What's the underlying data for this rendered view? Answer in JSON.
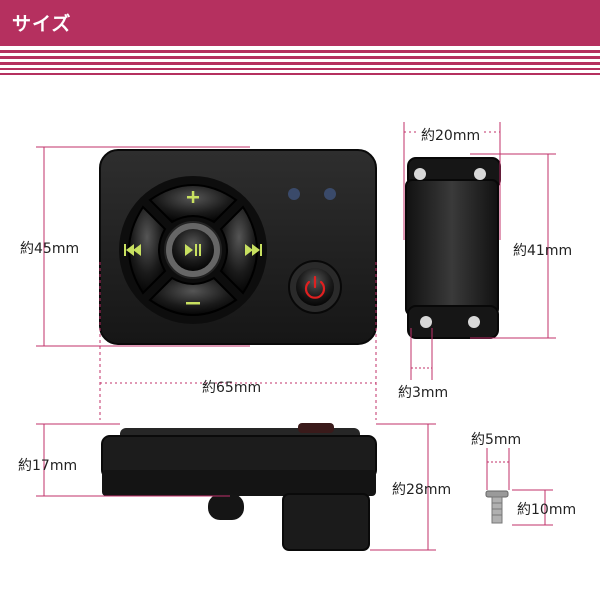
{
  "header": {
    "title": "サイズ",
    "color": "#b5305f"
  },
  "dimensions": {
    "height_front": "約45mm",
    "width_front": "約65mm",
    "depth_body": "約17mm",
    "depth_total": "約28mm",
    "bracket_width": "約20mm",
    "bracket_height": "約41mm",
    "bracket_thickness": "約3mm",
    "screw_diameter": "約5mm",
    "screw_length": "約10mm"
  },
  "colors": {
    "dimension_line": "#c0306a",
    "device_body": "#1c1c1c",
    "button_accent": "#c8e060",
    "power_accent": "#e02020"
  },
  "icons": [
    "plus-icon",
    "minus-icon",
    "previous-track-icon",
    "next-track-icon",
    "play-pause-icon",
    "power-icon"
  ]
}
